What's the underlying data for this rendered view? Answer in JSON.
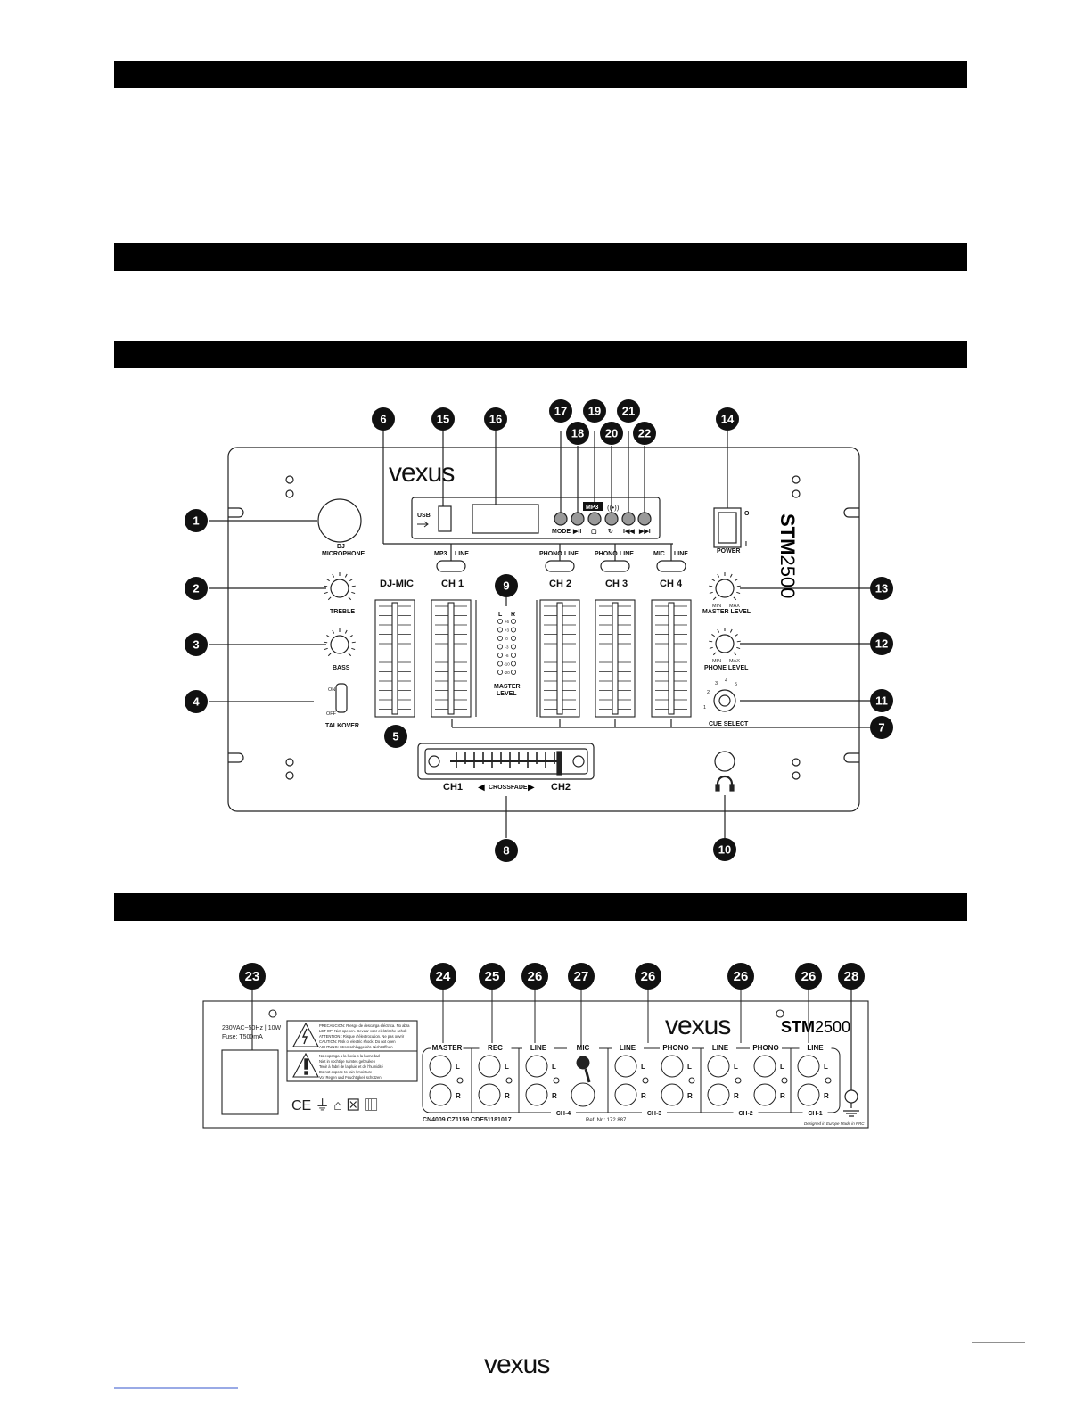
{
  "brand": "vexus",
  "model": {
    "bold": "STM",
    "light": "2500"
  },
  "front": {
    "usb": "USB",
    "player_mode": "MP3",
    "player_buttons": [
      "MODE",
      "▶II",
      "▢",
      "↻",
      "I◀◀",
      "▶▶I"
    ],
    "power": {
      "label": "POWER",
      "on": "O",
      "off": "I"
    },
    "mic": "DJ\nMICROPHONE",
    "treble": "TREBLE",
    "bass": "BASS",
    "talkover": {
      "label": "TALKOVER",
      "on": "ON",
      "off": "OFF"
    },
    "channels": [
      "DJ-MIC",
      "CH 1",
      "CH 2",
      "CH 3",
      "CH 4"
    ],
    "switches": [
      {
        "a": "MP3",
        "b": "LINE"
      },
      {
        "a": "PHONO",
        "b": "LINE"
      },
      {
        "a": "PHONO",
        "b": "LINE"
      },
      {
        "a": "MIC",
        "b": "LINE"
      }
    ],
    "meter_lr": [
      "L",
      "R"
    ],
    "meter_scale": [
      "+6",
      "+3",
      "0",
      "-3",
      "-6",
      "-10",
      "-20"
    ],
    "meter_label": [
      "MASTER",
      "LEVEL"
    ],
    "master_level": "MASTER LEVEL",
    "phone_level": "PHONE LEVEL",
    "min": "MIN",
    "max": "MAX",
    "cue_numbers": [
      "1",
      "2",
      "3",
      "4",
      "5"
    ],
    "cue_select": "CUE SELECT",
    "xfade": {
      "left": "CH1",
      "mid": "CROSSFADE",
      "right": "CH2"
    },
    "callouts": [
      "1",
      "2",
      "3",
      "4",
      "5",
      "6",
      "7",
      "8",
      "9",
      "10",
      "11",
      "12",
      "13",
      "14",
      "15",
      "16",
      "17",
      "18",
      "19",
      "20",
      "21",
      "22"
    ]
  },
  "rear": {
    "power_spec": [
      "230VAC~50Hz | 10W",
      "Fuse: T500mA"
    ],
    "warning": [
      "PRECAUCION: Riesgo de descarga eléctrica. No abra",
      "LET OP: Niet openen. Gevaar voor elektrische schok",
      "ATTENTION : Risque d'électrocution. Ne pas ouvrir",
      "CAUTION: Risk of electric shock. Do not open",
      "ACHTUNG: Stromschlaggefahr. Nicht öffnen",
      "No exponga a la lluvia o la humedad",
      "Niet in vochtige ruimtes gebruiken",
      "Tenir à l'abri de la pluie et de l'humidité",
      "Do not expose to rain / moisture",
      "Vor Regen und Feuchtigkeit schützen"
    ],
    "certs": "CN4009 CZ1159 CDE51181017",
    "ref": "Ref. Nr.: 172.887",
    "made": "Designed in Europe  Made in PRC",
    "groups": [
      "MASTER",
      "REC",
      "LINE",
      "MIC",
      "LINE",
      "PHONO",
      "LINE",
      "PHONO",
      "LINE"
    ],
    "channels": [
      "CH-4",
      "CH-3",
      "CH-2",
      "CH-1"
    ],
    "lr": [
      "L",
      "R"
    ],
    "callouts": [
      "23",
      "24",
      "25",
      "26",
      "27",
      "26",
      "26",
      "26",
      "28"
    ]
  }
}
